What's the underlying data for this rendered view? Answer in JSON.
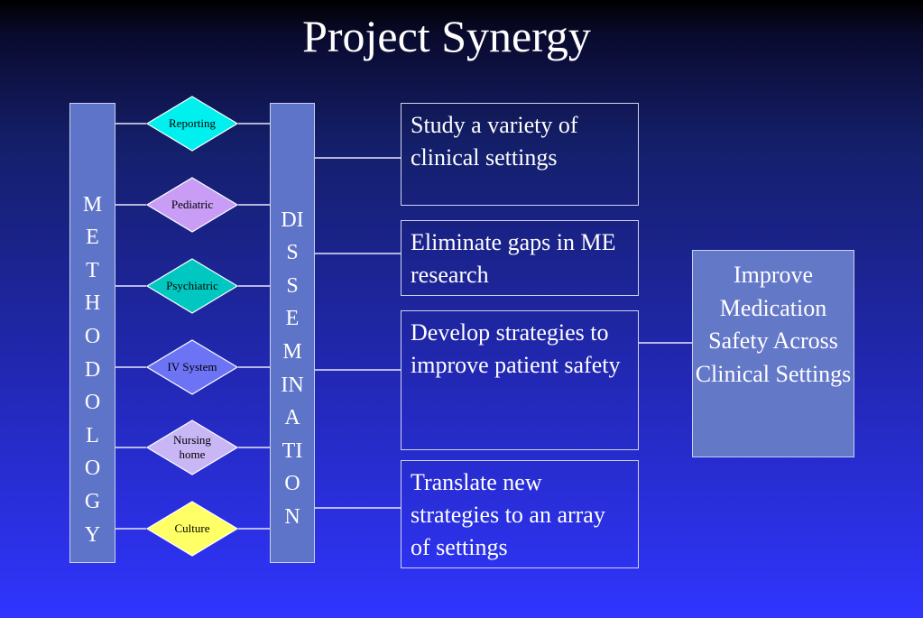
{
  "slide": {
    "title": "Project Synergy"
  },
  "methodology": {
    "label": "M\nE\nT\nH\nO\nD\nO\nL\nO\nG\nY"
  },
  "dissemination": {
    "label": "DI\nS\nS\nE\nM\nIN\nA\nTI\nO\nN"
  },
  "areas": [
    {
      "label": "Reporting",
      "color": "#00f0f0"
    },
    {
      "label": "Pediatric",
      "color": "#c99cf5"
    },
    {
      "label": "Psychiatric",
      "color": "#00c8c0"
    },
    {
      "label": "IV System",
      "color": "#6c73f5"
    },
    {
      "label": "Nursing home",
      "color": "#c8b6f5"
    },
    {
      "label": "Culture",
      "color": "#ffff66"
    }
  ],
  "objectives": [
    {
      "text": "Study a variety of clinical settings"
    },
    {
      "text": "Eliminate gaps in ME research"
    },
    {
      "text": "Develop strategies to improve patient safety"
    },
    {
      "text": "Translate new strategies to an array of settings"
    }
  ],
  "goal": {
    "text": "Improve Medication Safety Across Clinical Settings"
  }
}
